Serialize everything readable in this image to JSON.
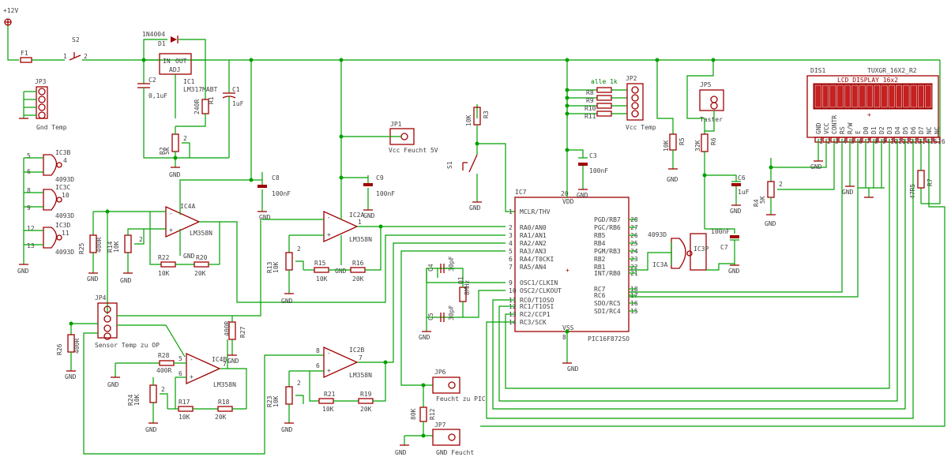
{
  "supply": {
    "vin": "+12V"
  },
  "parts": {
    "F1": "F1",
    "S2": "S2",
    "S1": "S1",
    "D1": "D1",
    "D1_val": "1N4004",
    "IC1": "IC1",
    "IC1_val": "LM317MABT",
    "IC1_in": "IN",
    "IC1_out": "OUT",
    "IC1_adj": "ADJ",
    "C1": "C1",
    "C1_val": "1uF",
    "C2": "C2",
    "C2_val": "0,1uF",
    "C3": "C3",
    "C3_val": "100nF",
    "C6": "C6",
    "C6_val": "1uF",
    "C7": "C7",
    "C7_val": "100nF",
    "C8": "C8",
    "C8_val": "100nF",
    "C9": "C9",
    "C9_val": "100nF",
    "C4": "C4",
    "C4_val": "30pF",
    "C5": "C5",
    "C5_val": "30pF",
    "Q1": "Q1",
    "Q1_val": "8MHz",
    "R1": "R1",
    "R1_val": "240R",
    "R2": "R2",
    "R2_val": "5K",
    "R3": "R3",
    "R3_val": "10K",
    "R4": "R4",
    "R4_val": "5K",
    "R5": "R5",
    "R5_val": "10K",
    "R6": "R6",
    "R6_val": "32K",
    "R7": "R7",
    "R7_val": "47R5",
    "R12": "R12",
    "R12_val": "80K",
    "R13": "R13",
    "R13_val": "10K",
    "R14": "R14",
    "R14_val": "10K",
    "R15": "R15",
    "R15_val": "10K",
    "R16": "R16",
    "R16_val": "20K",
    "R17": "R17",
    "R17_val": "10K",
    "R18": "R18",
    "R18_val": "20K",
    "R19": "R19",
    "R19_val": "20K",
    "R20": "R20",
    "R20_val": "20K",
    "R21": "R21",
    "R21_val": "10K",
    "R22": "R22",
    "R22_val": "10K",
    "R23": "R23",
    "R23_val": "10K",
    "R24": "R24",
    "R24_val": "10K",
    "R25": "R25",
    "R25_val": "400R",
    "R26": "R26",
    "R26_val": "400R",
    "R27": "R27",
    "R27_val": "400R",
    "R28": "R28",
    "R28_val": "400R",
    "IC4A": "IC4A",
    "IC4B": "IC4B",
    "IC2A": "IC2A",
    "IC2B": "IC2B",
    "op_val": "LM358N",
    "IC3A": "IC3A",
    "IC3B": "IC3B",
    "IC3C": "IC3C",
    "IC3D": "IC3D",
    "IC3P": "IC3P",
    "gate_val": "4093D",
    "JP1": "JP1",
    "JP1_lbl": "Vcc Feucht 5V",
    "JP2": "JP2",
    "JP2_lbl": "Vcc Temp",
    "JP3": "JP3",
    "JP3_lbl": "Gnd Temp",
    "JP4": "JP4",
    "JP4_lbl": "Sensor Temp zu OP",
    "JP5": "JP5",
    "JP5_lbl": "Taster",
    "JP6": "JP6",
    "JP6_lbl": "Feucht zu PIC",
    "JP7": "JP7",
    "JP7_lbl": "GND Feucht",
    "alle": "alle 1k",
    "R8": "R8",
    "R9": "R9",
    "R10": "R10",
    "R11": "R11",
    "IC7": "IC7",
    "IC7_val": "PIC16F872SO",
    "DIS1": "DIS1",
    "DIS1_val": "TUXGR_16X2_R2",
    "lcd_title": "LCD DISPLAY 16x2"
  },
  "gnd": "GND",
  "pic": {
    "left": [
      "MCLR/THV",
      "RA0/AN0",
      "RA1/AN1",
      "RA2/AN2",
      "RA3/AN3",
      "RA4/T0CKI",
      "RA5/AN4",
      "OSC1/CLKIN",
      "OSC2/CLKOUT",
      "RC0/T1OSO",
      "RC1/T1OSI",
      "RC2/CCP1",
      "RC3/SCK"
    ],
    "left_nums": [
      "1",
      "2",
      "3",
      "4",
      "5",
      "6",
      "7",
      "9",
      "10",
      "11",
      "12",
      "13",
      "14"
    ],
    "right": [
      "PGD/RB7",
      "PGC/RB6",
      "RB5",
      "RB4",
      "PGM/RB3",
      "RB2",
      "RB1",
      "INT/RB0",
      "RC7",
      "RC6",
      "SDO/RC5",
      "SDI/RC4"
    ],
    "right_nums": [
      "28",
      "27",
      "26",
      "25",
      "24",
      "23",
      "22",
      "21",
      "18",
      "17",
      "16",
      "15"
    ],
    "vdd": "VDD",
    "vss": "VSS",
    "pin20": "20",
    "pin8": "8"
  },
  "lcd": {
    "pins": [
      "GND",
      "VCC",
      "CONTR",
      "RS",
      "R/W",
      "E",
      "D0",
      "D1",
      "D2",
      "D3",
      "D4",
      "D5",
      "D6",
      "D7",
      "NC",
      "NC"
    ],
    "nums": [
      "1",
      "2",
      "3",
      "4",
      "5",
      "6",
      "7",
      "8",
      "9",
      "10",
      "11",
      "12",
      "13",
      "14",
      "15",
      "16"
    ]
  },
  "pins": {
    "p1": "1",
    "p2": "2",
    "p3": "3",
    "p4": "4",
    "p5": "5",
    "p6": "6",
    "p7": "7",
    "p8": "8",
    "p9": "9",
    "p10": "10",
    "p11": "11",
    "p12": "12",
    "p13": "13",
    "p14": "14"
  }
}
